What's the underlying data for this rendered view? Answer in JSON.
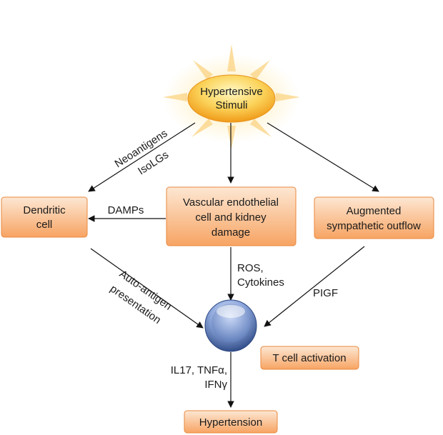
{
  "stimulus": {
    "line1": "Hypertensive",
    "line2": "Stimuli"
  },
  "boxes": {
    "dendritic": {
      "line1": "Dendritic",
      "line2": "cell"
    },
    "vascular": {
      "line1": "Vascular endothelial",
      "line2": "cell and kidney",
      "line3": "damage"
    },
    "sympathetic": {
      "line1": "Augmented",
      "line2": "sympathetic outflow"
    },
    "tcell": {
      "label": "T cell activation"
    },
    "hypertension": {
      "label": "Hypertension"
    }
  },
  "edge_labels": {
    "neoantigens": "Neoantigens",
    "isolgs": "IsoLGs",
    "damps": "DAMPs",
    "ros": "ROS,",
    "cytokines": "Cytokines",
    "autoantigen": "Auto-antigen",
    "presentation": "presentation",
    "pigf": "PIGF",
    "il17": "IL17, TNFα,",
    "ifn": "IFNγ"
  },
  "colors": {
    "box_fill_light": "#fde3cc",
    "box_fill_dark": "#f7a66a",
    "box_stroke": "#e8883e",
    "sun_light": "#fff6b0",
    "sun_dark": "#f2a31c",
    "cell_light": "#dfe8f8",
    "cell_dark": "#2f4d8a"
  }
}
